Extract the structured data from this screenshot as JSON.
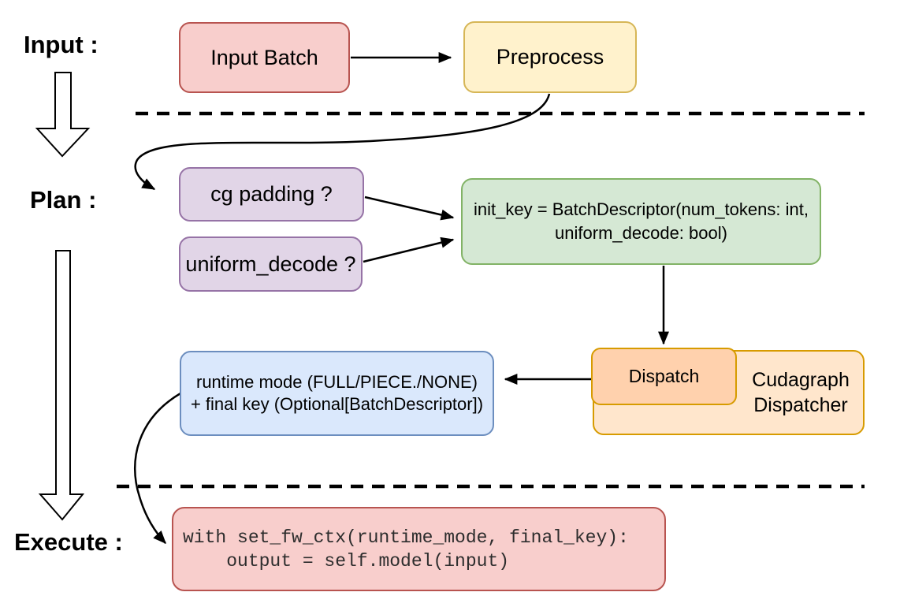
{
  "stages": {
    "input": "Input :",
    "plan": "Plan :",
    "execute": "Execute :"
  },
  "nodes": {
    "input_batch": {
      "text": "Input Batch"
    },
    "preprocess": {
      "text": "Preprocess"
    },
    "cg_padding": {
      "text": "cg padding ?"
    },
    "uniform_decode": {
      "text": "uniform_decode ?"
    },
    "init_key": {
      "line1": "init_key = BatchDescriptor(num_tokens: int,",
      "line2": "uniform_decode: bool)"
    },
    "dispatch": {
      "text": "Dispatch"
    },
    "dispatcher": {
      "line1": "Cudagraph",
      "line2": "Dispatcher"
    },
    "runtime": {
      "line1": "runtime mode (FULL/PIECE./NONE)",
      "line2": "+ final key (Optional[BatchDescriptor])"
    },
    "code": {
      "line1": "with set_fw_ctx(runtime_mode, final_key):",
      "line2": "    output = self.model(input)"
    }
  },
  "colors": {
    "text": "#000000",
    "code_text": "#2d2d2d",
    "line": "#000000",
    "red_fill": "#f8cecc",
    "red_stroke": "#b85450",
    "yellow_fill": "#fff2cc",
    "yellow_stroke": "#d6b656",
    "purple_fill": "#e1d5e7",
    "purple_stroke": "#9673a6",
    "green_fill": "#d5e8d4",
    "green_stroke": "#82b366",
    "blue_fill": "#dae8fc",
    "blue_stroke": "#6c8ebf",
    "orange_fill": "#ffe6cc",
    "orange_inner_fill": "#ffd1ad",
    "orange_stroke": "#d79b00"
  }
}
